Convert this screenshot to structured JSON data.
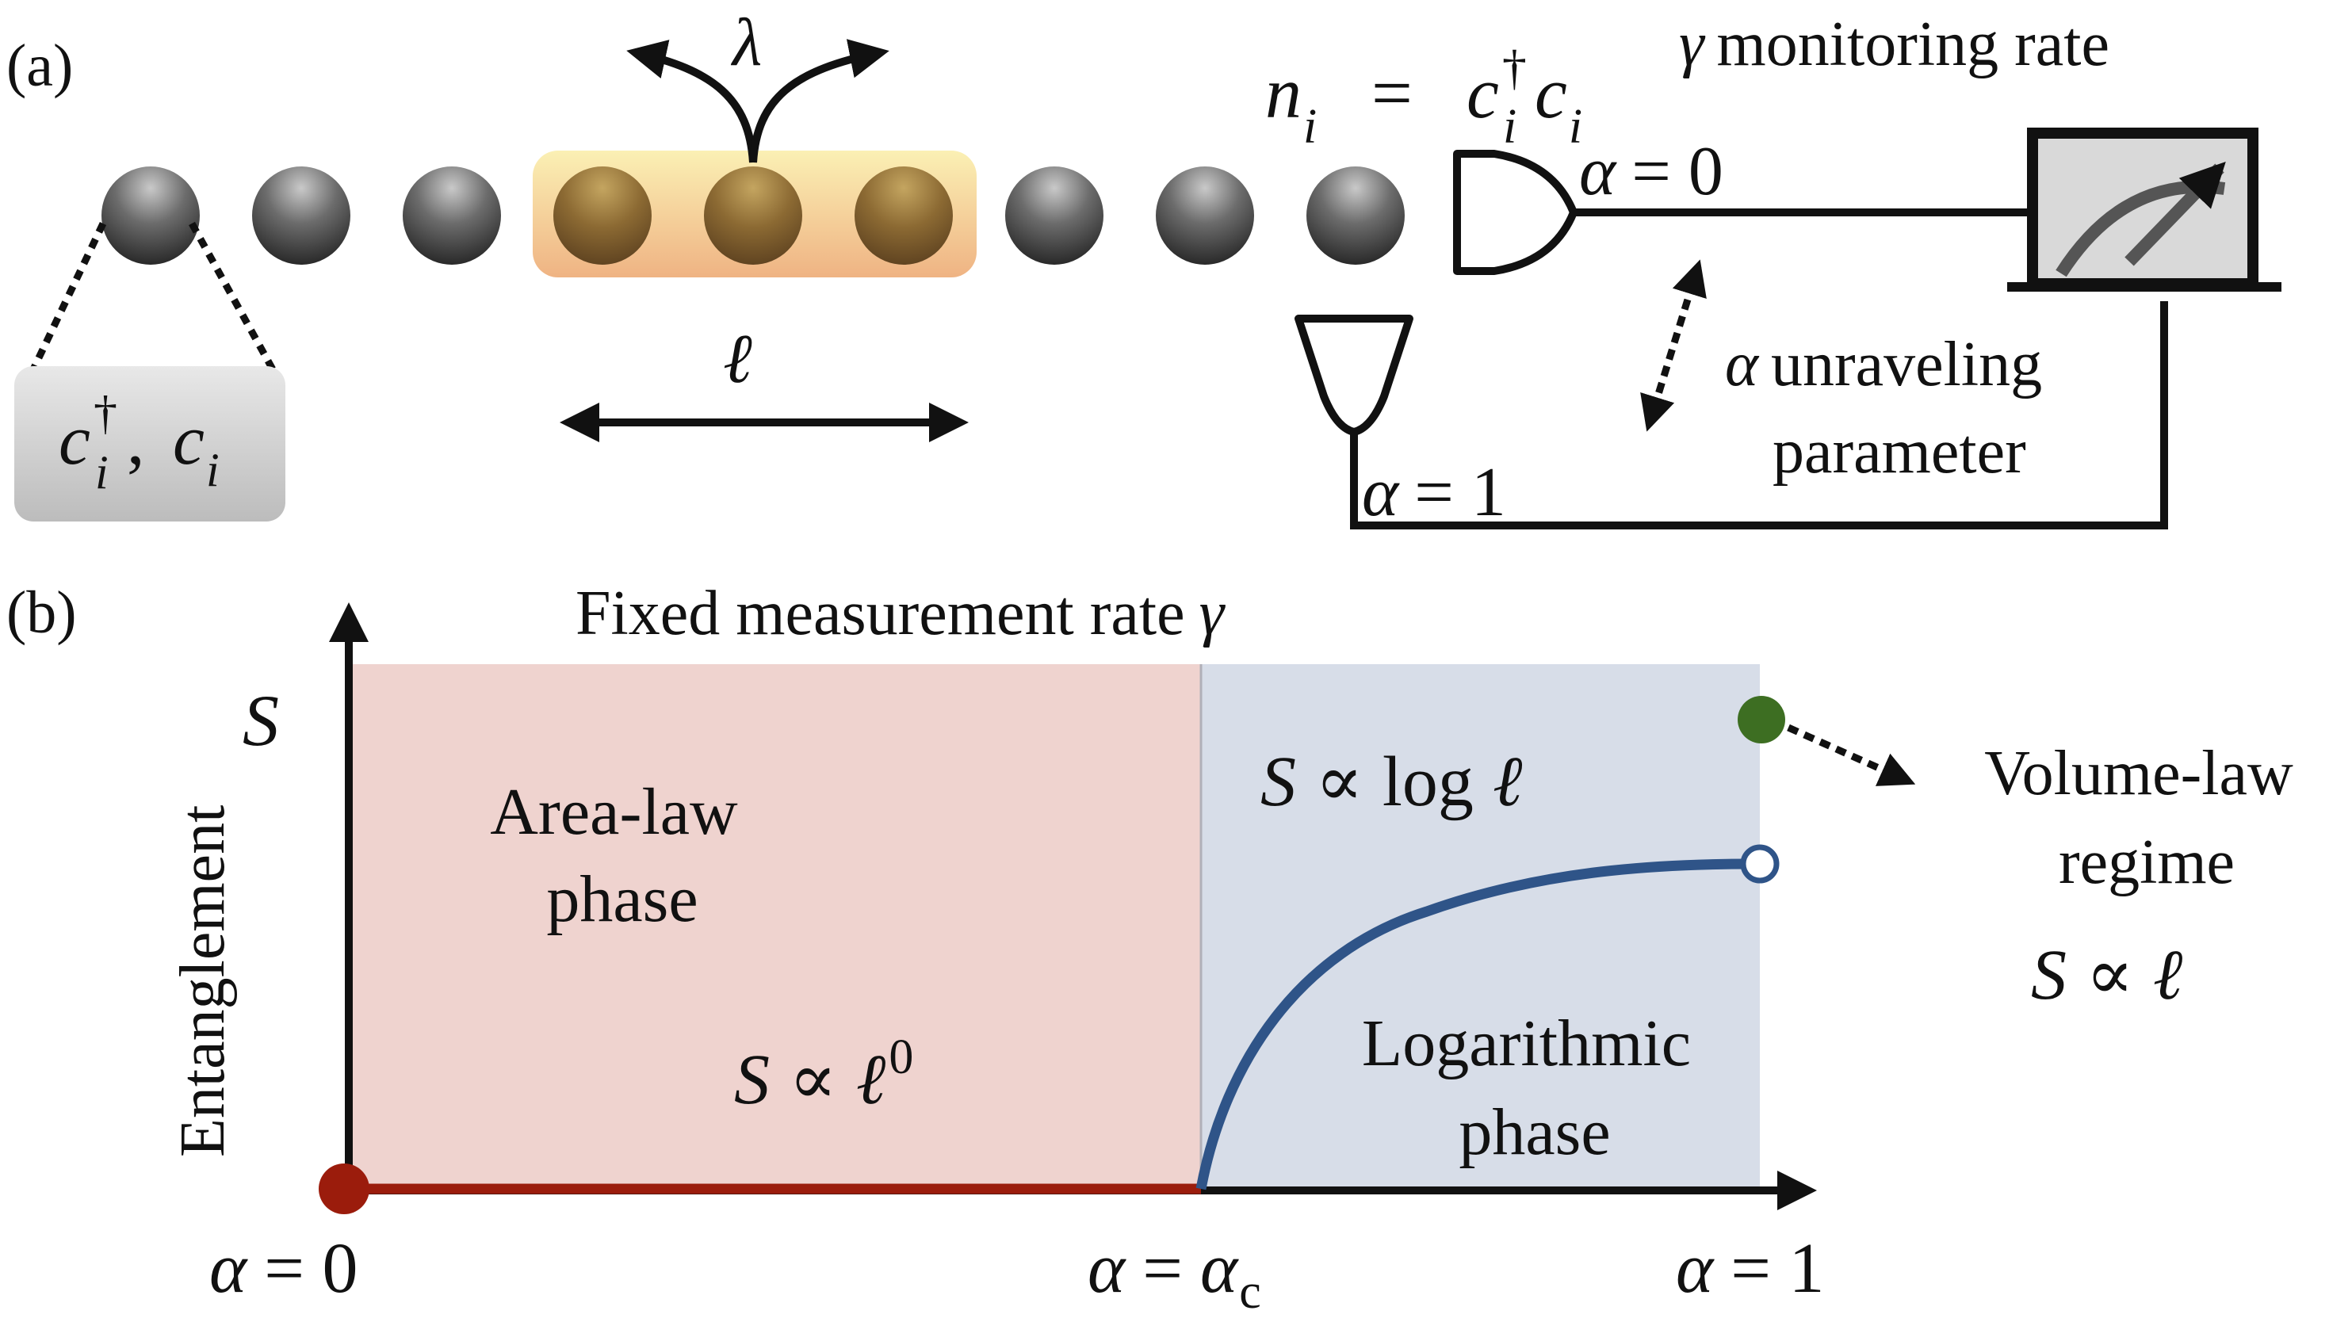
{
  "panel_a": {
    "label": "(a)",
    "lambda": "λ",
    "ell": "ℓ",
    "op_box": {
      "c": "c",
      "dagger": "†",
      "i": "i",
      "sep": ",",
      "c2": "c",
      "i2": "i"
    },
    "number_op": {
      "n": "n",
      "i": "i",
      "eq": "=",
      "c": "c",
      "dagger": "†",
      "i2": "i",
      "c2": "c",
      "i3": "i"
    },
    "gamma": "γ",
    "monitoring": "monitoring rate",
    "alpha0": {
      "alpha": "α",
      "rest": "= 0"
    },
    "alpha1": {
      "alpha": "α",
      "rest": "= 1"
    },
    "unraveling": {
      "alpha": "α",
      "line1": "unraveling",
      "line2": "parameter"
    }
  },
  "panel_b": {
    "label": "(b)",
    "title": "Fixed measurement rate",
    "title_gamma": "γ",
    "ylabel": "Entanglement",
    "y_symbol": "S",
    "area_law": {
      "line1": "Area-law",
      "line2": "phase"
    },
    "area_scaling": {
      "S": "S",
      "prop": "∝",
      "ell": "ℓ",
      "exp": "0"
    },
    "log_scaling": {
      "S": "S",
      "prop": "∝",
      "log": "log",
      "ell": "ℓ"
    },
    "log_phase": {
      "line1": "Logarithmic",
      "line2": "phase"
    },
    "volume": {
      "line1": "Volume-law",
      "line2": "regime",
      "S": "S",
      "prop": "∝",
      "ell": "ℓ"
    },
    "xticks": {
      "left": {
        "alpha": "α",
        "rest": "= 0"
      },
      "mid": {
        "alpha": "α",
        "eq": "=",
        "alpha2": "α",
        "sub": "c"
      },
      "right": {
        "alpha": "α",
        "rest": "= 1"
      }
    }
  },
  "colors": {
    "area_region": "#efd3cf",
    "log_region": "#d7dde8",
    "area_line": "#9b1c0c",
    "log_curve": "#2f5488",
    "volume_dot": "#3d6e22",
    "highlight": "#f3c889"
  }
}
